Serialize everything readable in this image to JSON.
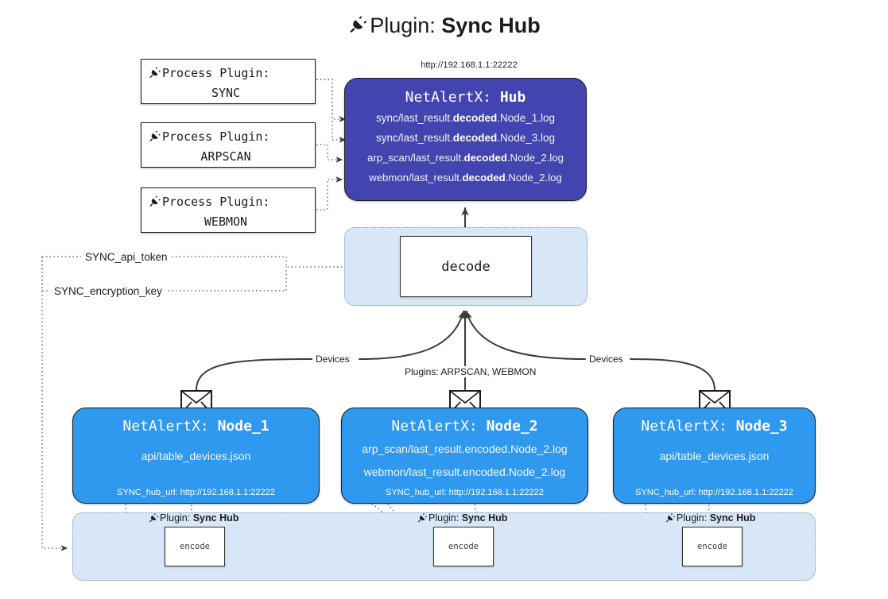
{
  "title": {
    "icon": "plug-icon",
    "prefix": "Plugin:",
    "name": "Sync Hub"
  },
  "hub": {
    "url": "http://192.168.1.1:22222",
    "label_prefix": "NetAlertX:",
    "label_name": "Hub",
    "color": "#4245b0",
    "lines": [
      {
        "pre": "sync/last_result.",
        "em": "decoded",
        "post": ".Node_1.log"
      },
      {
        "pre": "sync/last_result.",
        "em": "decoded",
        "post": ".Node_3.log"
      },
      {
        "pre": "arp_scan/last_result.",
        "em": "decoded",
        "post": ".Node_2.log"
      },
      {
        "pre": "webmon/last_result.",
        "em": "decoded",
        "post": ".Node_2.log"
      }
    ]
  },
  "process_plugins": [
    {
      "icon": "plug-icon",
      "caption": "Process Plugin:",
      "name": "SYNC"
    },
    {
      "icon": "plug-icon",
      "caption": "Process Plugin:",
      "name": "ARPSCAN"
    },
    {
      "icon": "plug-icon",
      "caption": "Process Plugin:",
      "name": "WEBMON"
    }
  ],
  "decode": {
    "label": "decode",
    "zone_color": "#d7e7f8"
  },
  "settings": {
    "api_token": "SYNC_api_token",
    "encryption_key": "SYNC_encryption_key"
  },
  "edges": {
    "devices_left": "Devices",
    "devices_right": "Devices",
    "plugins_center": "Plugins: ARPSCAN, WEBMON"
  },
  "nodes": [
    {
      "icon": "envelope-icon",
      "label_prefix": "NetAlertX:",
      "label_name": "Node_1",
      "color": "#2f98ef",
      "lines": [
        "api/table_devices.json"
      ],
      "footer": "SYNC_hub_url: http://192.168.1.1:22222"
    },
    {
      "icon": "envelope-icon",
      "label_prefix": "NetAlertX:",
      "label_name": "Node_2",
      "color": "#2f98ef",
      "lines": [
        "arp_scan/last_result.encoded.Node_2.log",
        "webmon/last_result.encoded.Node_2.log"
      ],
      "footer": "SYNC_hub_url: http://192.168.1.1:22222"
    },
    {
      "icon": "envelope-icon",
      "label_prefix": "NetAlertX:",
      "label_name": "Node_3",
      "color": "#2f98ef",
      "lines": [
        "api/table_devices.json"
      ],
      "footer": "SYNC_hub_url: http://192.168.1.1:22222"
    }
  ],
  "plugin_instances": [
    {
      "icon": "plug-icon",
      "caption": "Plugin:",
      "name": "Sync Hub",
      "box": "encode"
    },
    {
      "icon": "plug-icon",
      "caption": "Plugin:",
      "name": "Sync Hub",
      "box": "encode"
    },
    {
      "icon": "plug-icon",
      "caption": "Plugin:",
      "name": "Sync Hub",
      "box": "encode"
    }
  ]
}
